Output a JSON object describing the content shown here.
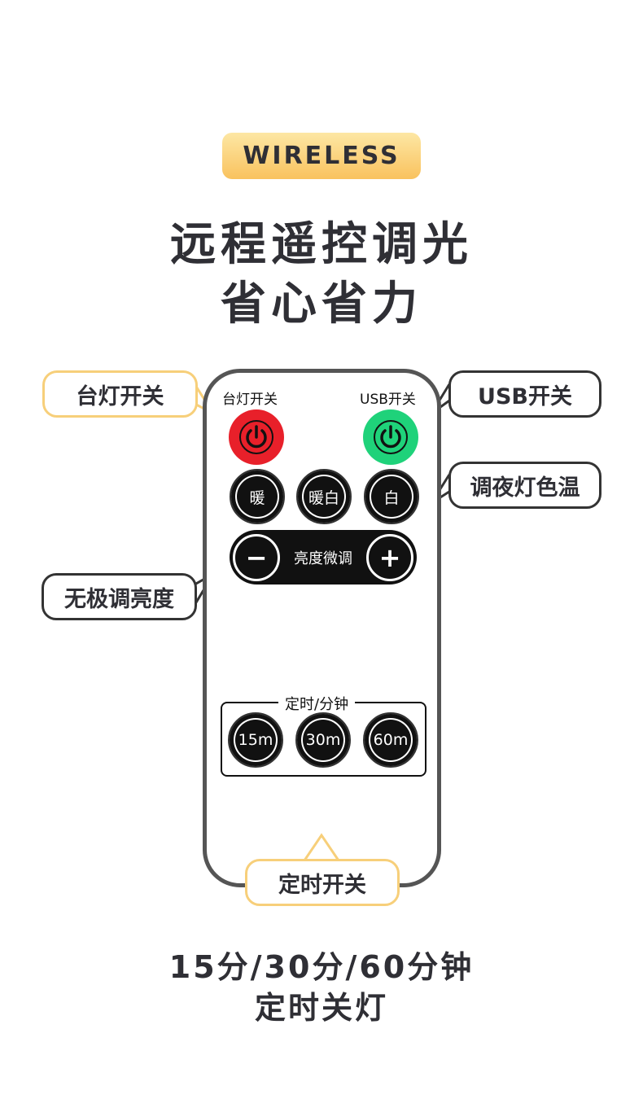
{
  "badge": "WIRELESS",
  "title": {
    "line1": "远程遥控调光",
    "line2": "省心省力"
  },
  "remote": {
    "lamp_label": "台灯开关",
    "usb_label": "USB开关",
    "color_buttons": [
      "暖",
      "暖白",
      "白"
    ],
    "dimmer_label": "亮度微调",
    "minus": "−",
    "plus": "+",
    "timer_label": "定时/分钟",
    "timer_buttons": [
      "15m",
      "30m",
      "60m"
    ],
    "colors": {
      "lamp_power": "#e8202a",
      "usb_power": "#1fd27a"
    }
  },
  "callouts": {
    "lamp": "台灯开关",
    "usb": "USB开关",
    "color_temp": "调夜灯色温",
    "dimming": "无极调亮度",
    "timer": "定时开关"
  },
  "bottom": {
    "line1": "15分/30分/60分钟",
    "line2": "定时关灯"
  }
}
